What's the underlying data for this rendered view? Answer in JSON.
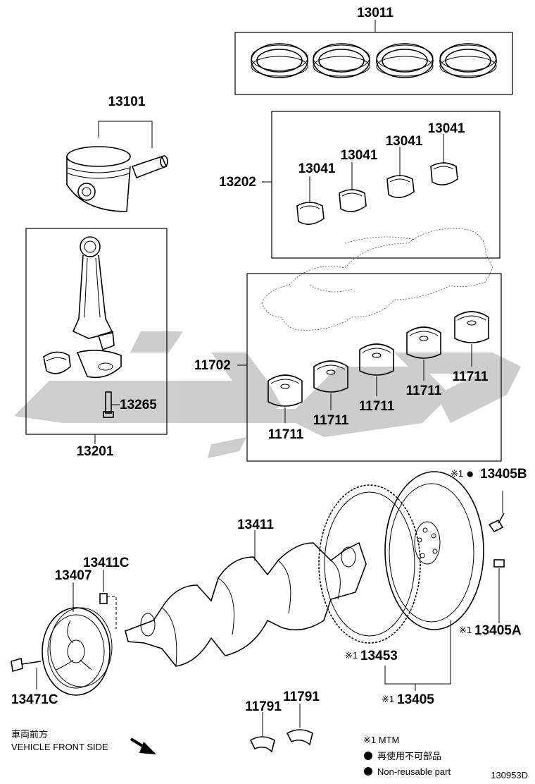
{
  "labels": {
    "rings": "13011",
    "piston": "13101",
    "bearing_set_upper_box": "13202",
    "crank_bearing_1": "13041",
    "crank_bearing_2": "13041",
    "crank_bearing_3": "13041",
    "crank_bearing_4": "13041",
    "rod_bolt": "13265",
    "rod_assy": "13201",
    "main_bearing_box": "11702",
    "main_bearing_1": "11711",
    "main_bearing_2": "11711",
    "main_bearing_3": "11711",
    "main_bearing_4": "11711",
    "main_bearing_5": "11711",
    "flywheel_bolt": "13405B",
    "crankshaft": "13411",
    "pin": "13411C",
    "pulley": "13407",
    "pulley_bolt": "13471C",
    "ring_gear": "13453",
    "flywheel_assy": "13405",
    "flywheel_pin": "13405A",
    "thrust_washer_1": "11791",
    "thrust_washer_2": "11791",
    "diagram_id": "130953D"
  },
  "marks": {
    "mtm_mark": "※1",
    "reuse_dot": "●"
  },
  "legend": {
    "mtm": "※1 MTM",
    "nonreusable_jp": "再使用不可部品",
    "nonreusable_en": "Non-reusable part"
  },
  "direction": {
    "jp": "車両前方",
    "en": "VEHICLE FRONT SIDE"
  },
  "watermark_color": "#bdbdbd"
}
